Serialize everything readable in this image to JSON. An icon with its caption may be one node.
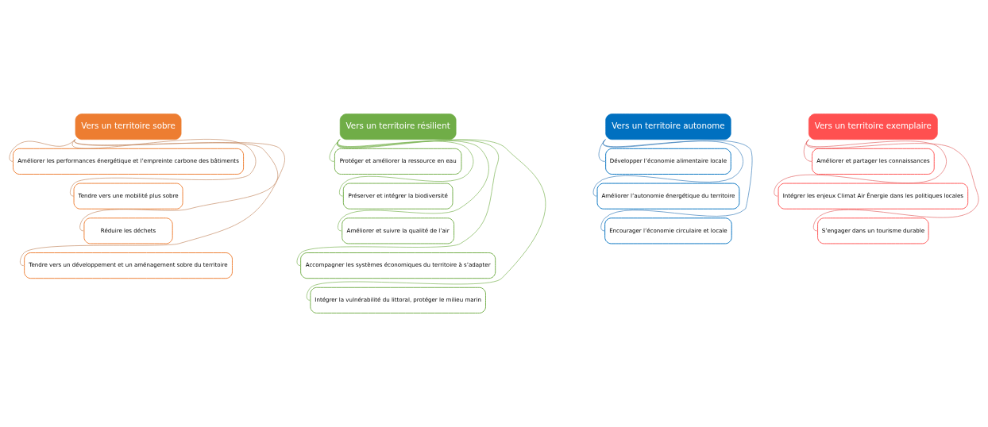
{
  "diagram": {
    "nodes": [
      {
        "text": [
          "Vers un territoire sobre"
        ]
      },
      {
        "text": [
          "Améliorer les performances énergétique et l’empreinte carbone des bâtiments"
        ]
      },
      {
        "text": [
          "Tendre vers une mobilité plus sobre"
        ]
      },
      {
        "text": [
          "Réduire les déchets"
        ]
      },
      {
        "text": [
          "Tendre vers un développement et un aménagement sobre du territoire"
        ]
      },
      {
        "text": [
          "Vers un territoire résilient"
        ]
      },
      {
        "text": [
          "Protéger et améliorer la ressource en eau"
        ]
      },
      {
        "text": [
          "Préserver et intégrer la biodiversité"
        ]
      },
      {
        "text": [
          "Améliorer et suivre la qualité de l’air"
        ]
      },
      {
        "text": [
          "Accompagner les systèmes économiques du territoire à s’adapter"
        ]
      },
      {
        "text": [
          "Intégrer la vulnérabilité du littoral, protéger le milieu marin"
        ]
      },
      {
        "text": [
          "Vers un territoire autonome"
        ]
      },
      {
        "text": [
          "Développer l’économie alimentaire locale"
        ]
      },
      {
        "text": [
          "Améliorer l’autonomie énergétique du territoire"
        ]
      },
      {
        "text": [
          "Encourager l’économie circulaire et locale"
        ]
      },
      {
        "text": [
          "Vers un territoire exemplaire"
        ]
      },
      {
        "text": [
          "Améliorer et partager les connaissances"
        ]
      },
      {
        "text": [
          "Intégrer les enjeux Climat Air Énergie dans les politiques locales"
        ]
      },
      {
        "text": [
          "S’engager dans un tourisme durable"
        ]
      }
    ],
    "edges": [
      {
        "from": 0,
        "to": 1,
        "arrow": "none",
        "color": "#c0845a"
      },
      {
        "from": 0,
        "to": 2,
        "arrow": "none",
        "color": "#c0845a"
      },
      {
        "from": 0,
        "to": 3,
        "arrow": "none",
        "color": "#c0845a"
      },
      {
        "from": 0,
        "to": 4,
        "arrow": "none",
        "color": "#c0845a"
      },
      {
        "from": 5,
        "to": 6,
        "arrow": "none",
        "color": "#70ad47"
      },
      {
        "from": 5,
        "to": 7,
        "arrow": "none",
        "color": "#70ad47"
      },
      {
        "from": 5,
        "to": 8,
        "arrow": "none",
        "color": "#70ad47"
      },
      {
        "from": 5,
        "to": 9,
        "arrow": "none",
        "color": "#70ad47"
      },
      {
        "from": 5,
        "to": 10,
        "arrow": "none",
        "color": "#70ad47"
      },
      {
        "from": 11,
        "to": 12,
        "arrow": "none",
        "color": "#2e75b6"
      },
      {
        "from": 11,
        "to": 13,
        "arrow": "none",
        "color": "#2e75b6"
      },
      {
        "from": 11,
        "to": 14,
        "arrow": "none",
        "color": "#2e75b6"
      },
      {
        "from": 15,
        "to": 16,
        "arrow": "none",
        "color": "#e05a5a"
      },
      {
        "from": 15,
        "to": 17,
        "arrow": "none",
        "color": "#e05a5a"
      },
      {
        "from": 15,
        "to": 18,
        "arrow": "none",
        "color": "#e05a5a"
      }
    ]
  }
}
